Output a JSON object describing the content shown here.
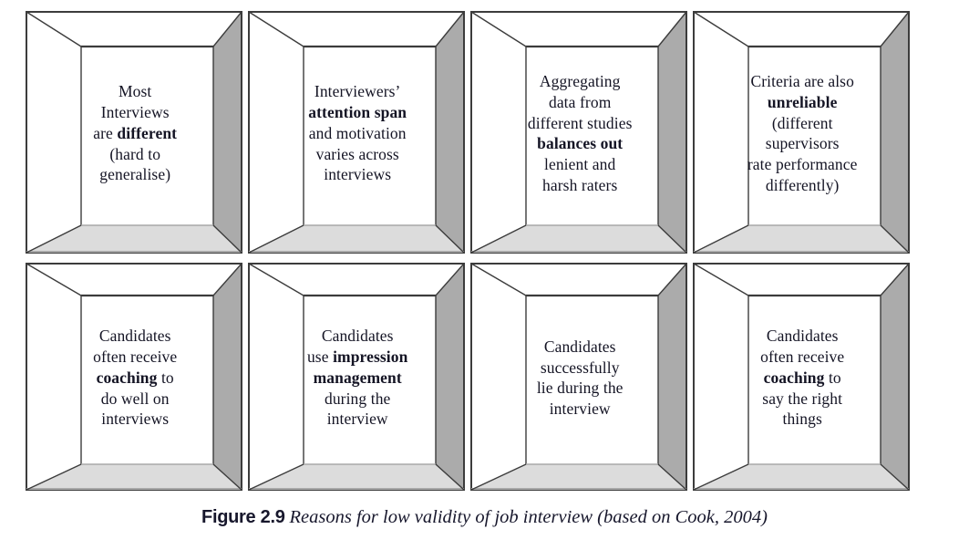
{
  "figure": {
    "caption_label": "Figure 2.9",
    "caption_text": "Reasons for low validity of job interview (based on Cook, 2004)",
    "colors": {
      "outline": "#3c3c3c",
      "right_wall": "#ababab",
      "floor": "#dcdcdc",
      "floor_edge": "#a8a8a8",
      "top_wall": "#ffffff",
      "left_wall": "#ffffff",
      "interior": "#ffffff",
      "text": "#141424",
      "background": "#ffffff"
    },
    "layout": {
      "rows": 2,
      "columns": 4,
      "box_style": "open-3d-box"
    }
  },
  "boxes": [
    {
      "id": "box-1",
      "row": 1,
      "column": 1,
      "lines": [
        {
          "text": "Most",
          "bold": false
        },
        {
          "text": "Interviews",
          "bold": false
        },
        {
          "segments": [
            {
              "text": "are ",
              "bold": false
            },
            {
              "text": "different",
              "bold": true
            }
          ]
        },
        {
          "text": "(hard to",
          "bold": false
        },
        {
          "text": "generalise)",
          "bold": false
        }
      ],
      "plain_text": "Most Interviews are different (hard to generalise)"
    },
    {
      "id": "box-2",
      "row": 1,
      "column": 2,
      "lines": [
        {
          "text": "Interviewers’",
          "bold": false
        },
        {
          "text": "attention span",
          "bold": true
        },
        {
          "text": "and motivation",
          "bold": false
        },
        {
          "text": "varies across",
          "bold": false
        },
        {
          "text": "interviews",
          "bold": false
        }
      ],
      "plain_text": "Interviewers’ attention span and motivation varies across interviews"
    },
    {
      "id": "box-3",
      "row": 1,
      "column": 3,
      "lines": [
        {
          "text": "Aggregating",
          "bold": false
        },
        {
          "text": "data from",
          "bold": false
        },
        {
          "text": "different studies",
          "bold": false
        },
        {
          "text": "balances out",
          "bold": true
        },
        {
          "text": "lenient and",
          "bold": false
        },
        {
          "text": "harsh raters",
          "bold": false
        }
      ],
      "plain_text": "Aggregating data from different studies balances out lenient and harsh raters"
    },
    {
      "id": "box-4",
      "row": 1,
      "column": 4,
      "lines": [
        {
          "text": "Criteria are also",
          "bold": false
        },
        {
          "text": "unreliable",
          "bold": true
        },
        {
          "text": "(different",
          "bold": false
        },
        {
          "text": "supervisors",
          "bold": false
        },
        {
          "text": "rate performance",
          "bold": false
        },
        {
          "text": "differently)",
          "bold": false
        }
      ],
      "plain_text": "Criteria are also unreliable (different supervisors rate performance differently)"
    },
    {
      "id": "box-5",
      "row": 2,
      "column": 1,
      "lines": [
        {
          "text": "Candidates",
          "bold": false
        },
        {
          "text": "often receive",
          "bold": false
        },
        {
          "segments": [
            {
              "text": "coaching",
              "bold": true
            },
            {
              "text": " to",
              "bold": false
            }
          ]
        },
        {
          "text": "do well on",
          "bold": false
        },
        {
          "text": "interviews",
          "bold": false
        }
      ],
      "plain_text": "Candidates often receive coaching to do well on interviews"
    },
    {
      "id": "box-6",
      "row": 2,
      "column": 2,
      "lines": [
        {
          "text": "Candidates",
          "bold": false
        },
        {
          "segments": [
            {
              "text": "use ",
              "bold": false
            },
            {
              "text": "impression",
              "bold": true
            }
          ]
        },
        {
          "text": "management",
          "bold": true
        },
        {
          "text": "during the",
          "bold": false
        },
        {
          "text": "interview",
          "bold": false
        }
      ],
      "plain_text": "Candidates use impression management during the interview"
    },
    {
      "id": "box-7",
      "row": 2,
      "column": 3,
      "lines": [
        {
          "text": "Candidates",
          "bold": false
        },
        {
          "text": "successfully",
          "bold": false
        },
        {
          "text": "lie during the",
          "bold": false
        },
        {
          "text": "interview",
          "bold": false
        }
      ],
      "plain_text": "Candidates successfully lie during the interview"
    },
    {
      "id": "box-8",
      "row": 2,
      "column": 4,
      "lines": [
        {
          "text": "Candidates",
          "bold": false
        },
        {
          "text": "often receive",
          "bold": false
        },
        {
          "segments": [
            {
              "text": "coaching",
              "bold": true
            },
            {
              "text": " to",
              "bold": false
            }
          ]
        },
        {
          "text": "say the right",
          "bold": false
        },
        {
          "text": "things",
          "bold": false
        }
      ],
      "plain_text": "Candidates often receive coaching to say the right things"
    }
  ]
}
